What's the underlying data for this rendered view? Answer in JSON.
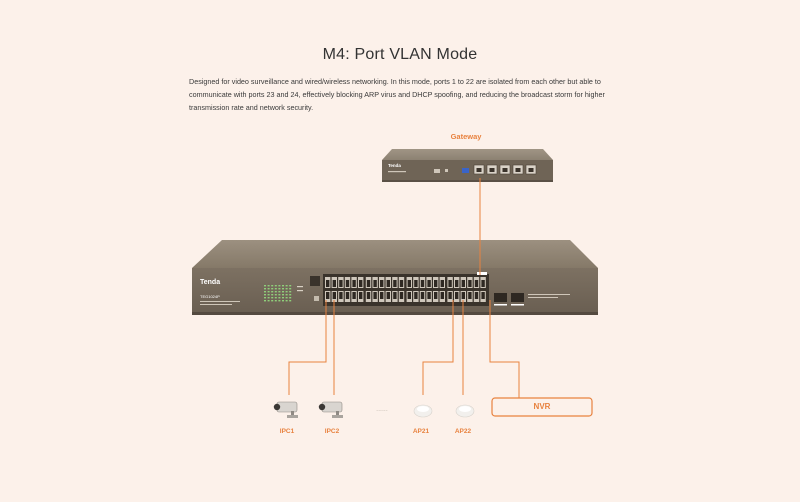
{
  "page": {
    "title": "M4: Port VLAN Mode",
    "description": "Designed for video surveillance and wired/wireless networking. In this mode, ports 1 to 22 are isolated from each other but able to communicate with ports 23 and 24, effectively blocking ARP virus and DHCP spoofing, and reducing the broadcast storm for higher transmission rate and network security."
  },
  "diagram": {
    "gateway_label": "Gateway",
    "gateway_brand": "Tenda",
    "switch_brand": "Tenda",
    "switch_model": "TEG1024P",
    "ellipsis": "......",
    "devices": [
      {
        "label": "IPC1",
        "icon": "camera-icon"
      },
      {
        "label": "IPC2",
        "icon": "camera-icon"
      },
      {
        "label": "AP21",
        "icon": "access-point-icon"
      },
      {
        "label": "AP22",
        "icon": "access-point-icon"
      }
    ],
    "nvr_label": "NVR",
    "accent_color": "#e8823f",
    "switch_color": "#8a7d6e",
    "background_color": "#fcf1ea"
  }
}
